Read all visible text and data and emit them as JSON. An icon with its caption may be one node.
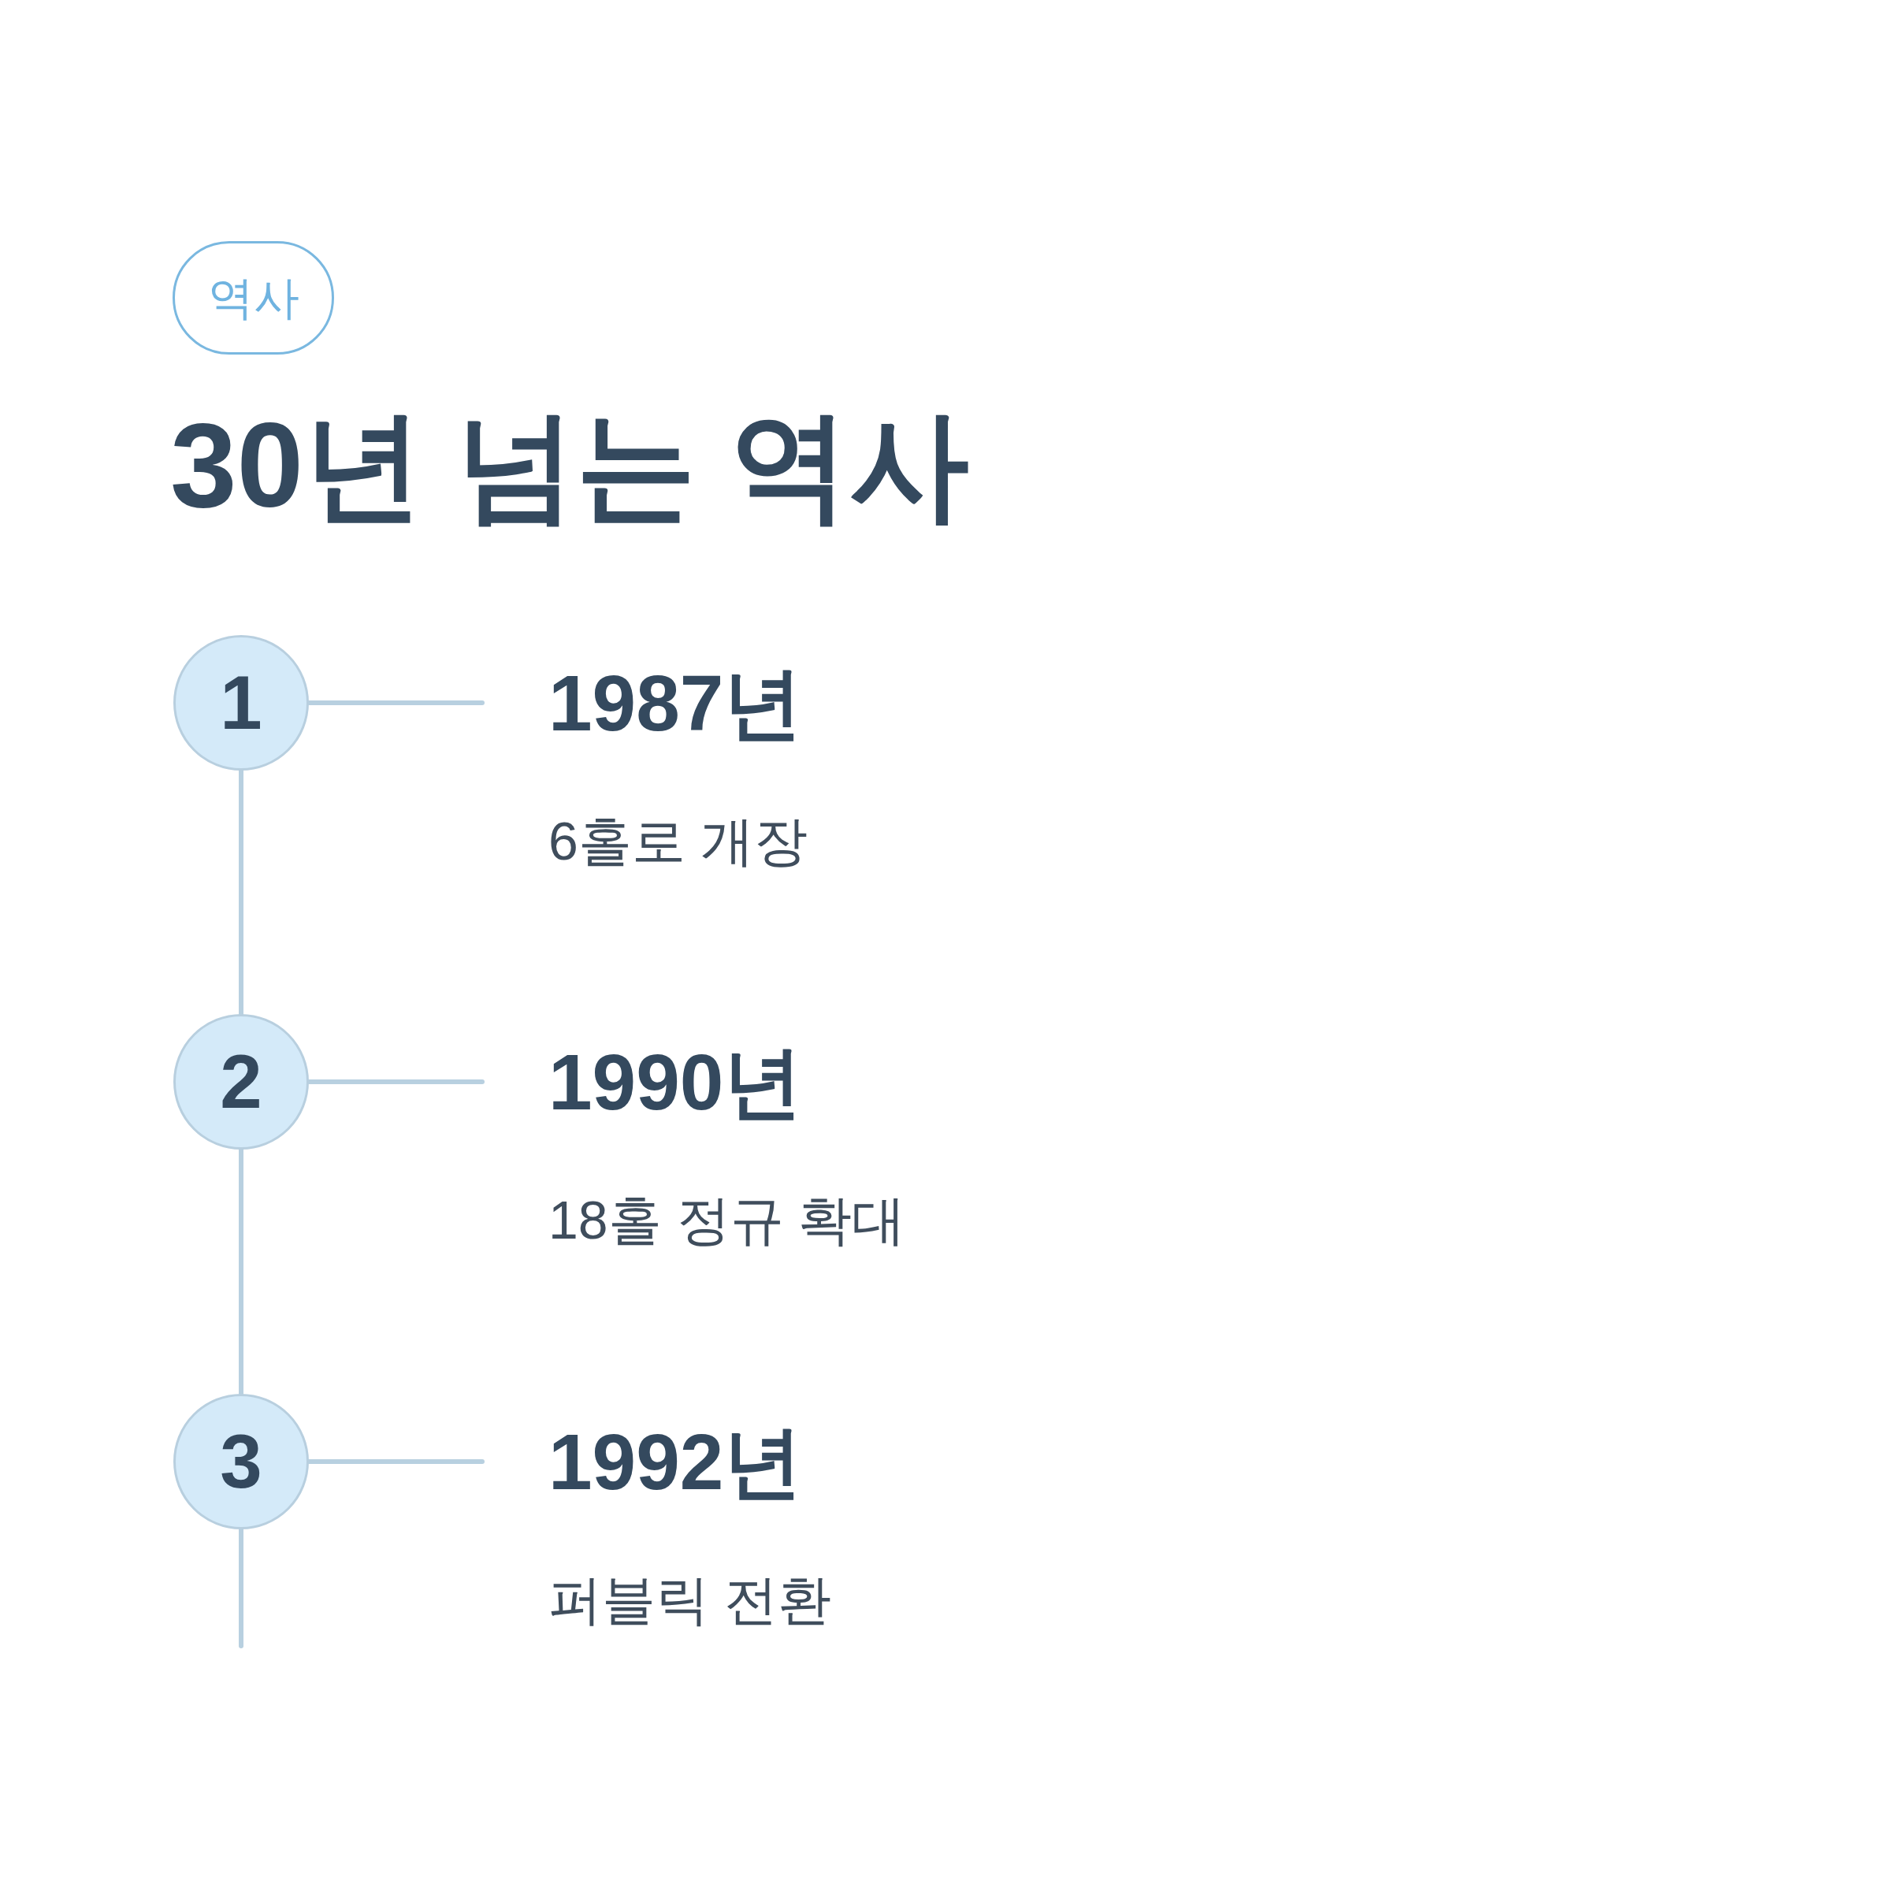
{
  "diagram": {
    "title": "30년 넘는 역사",
    "nodes": [
      {
        "text": [
          "역사"
        ]
      },
      {
        "text": [
          "1"
        ]
      },
      {
        "text": [
          "1987년",
          "6홀로 개장"
        ]
      },
      {
        "text": [
          "2"
        ]
      },
      {
        "text": [
          "1990년",
          "18홀 정규 확대"
        ]
      },
      {
        "text": [
          "3"
        ]
      },
      {
        "text": [
          "1992년",
          "퍼블릭 전환"
        ]
      }
    ],
    "edges": [
      {
        "from": 1,
        "to": 2,
        "arrow": "none"
      },
      {
        "from": 3,
        "to": 4,
        "arrow": "none"
      },
      {
        "from": 5,
        "to": 6,
        "arrow": "none"
      },
      {
        "from": 1,
        "to": 3,
        "arrow": "none"
      },
      {
        "from": 3,
        "to": 5,
        "arrow": "none"
      },
      {
        "from": 5,
        "to": null,
        "arrow": "none"
      }
    ]
  }
}
